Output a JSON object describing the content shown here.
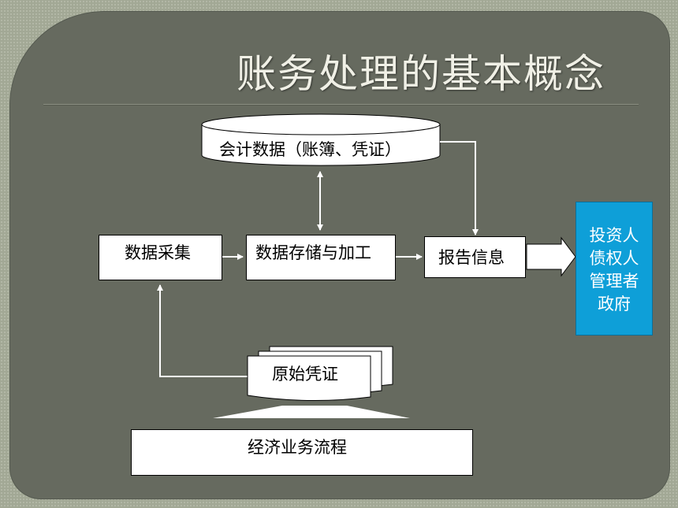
{
  "slide": {
    "title": "账务处理的基本概念"
  },
  "flow": {
    "database_label": "会计数据（账簿、凭证）",
    "collection_label": "数据采集",
    "storage_label": "数据存储与加工",
    "report_label": "报告信息",
    "voucher_label": "原始凭证",
    "business_label": "经济业务流程",
    "stakeholders": [
      "投资人",
      "债权人",
      "管理者",
      "政府"
    ]
  },
  "colors": {
    "slide_background": "#666a5f",
    "frame_background": "#a2a895",
    "stakeholder_box": "#0e9fd8",
    "arrow": "#ffffff"
  }
}
